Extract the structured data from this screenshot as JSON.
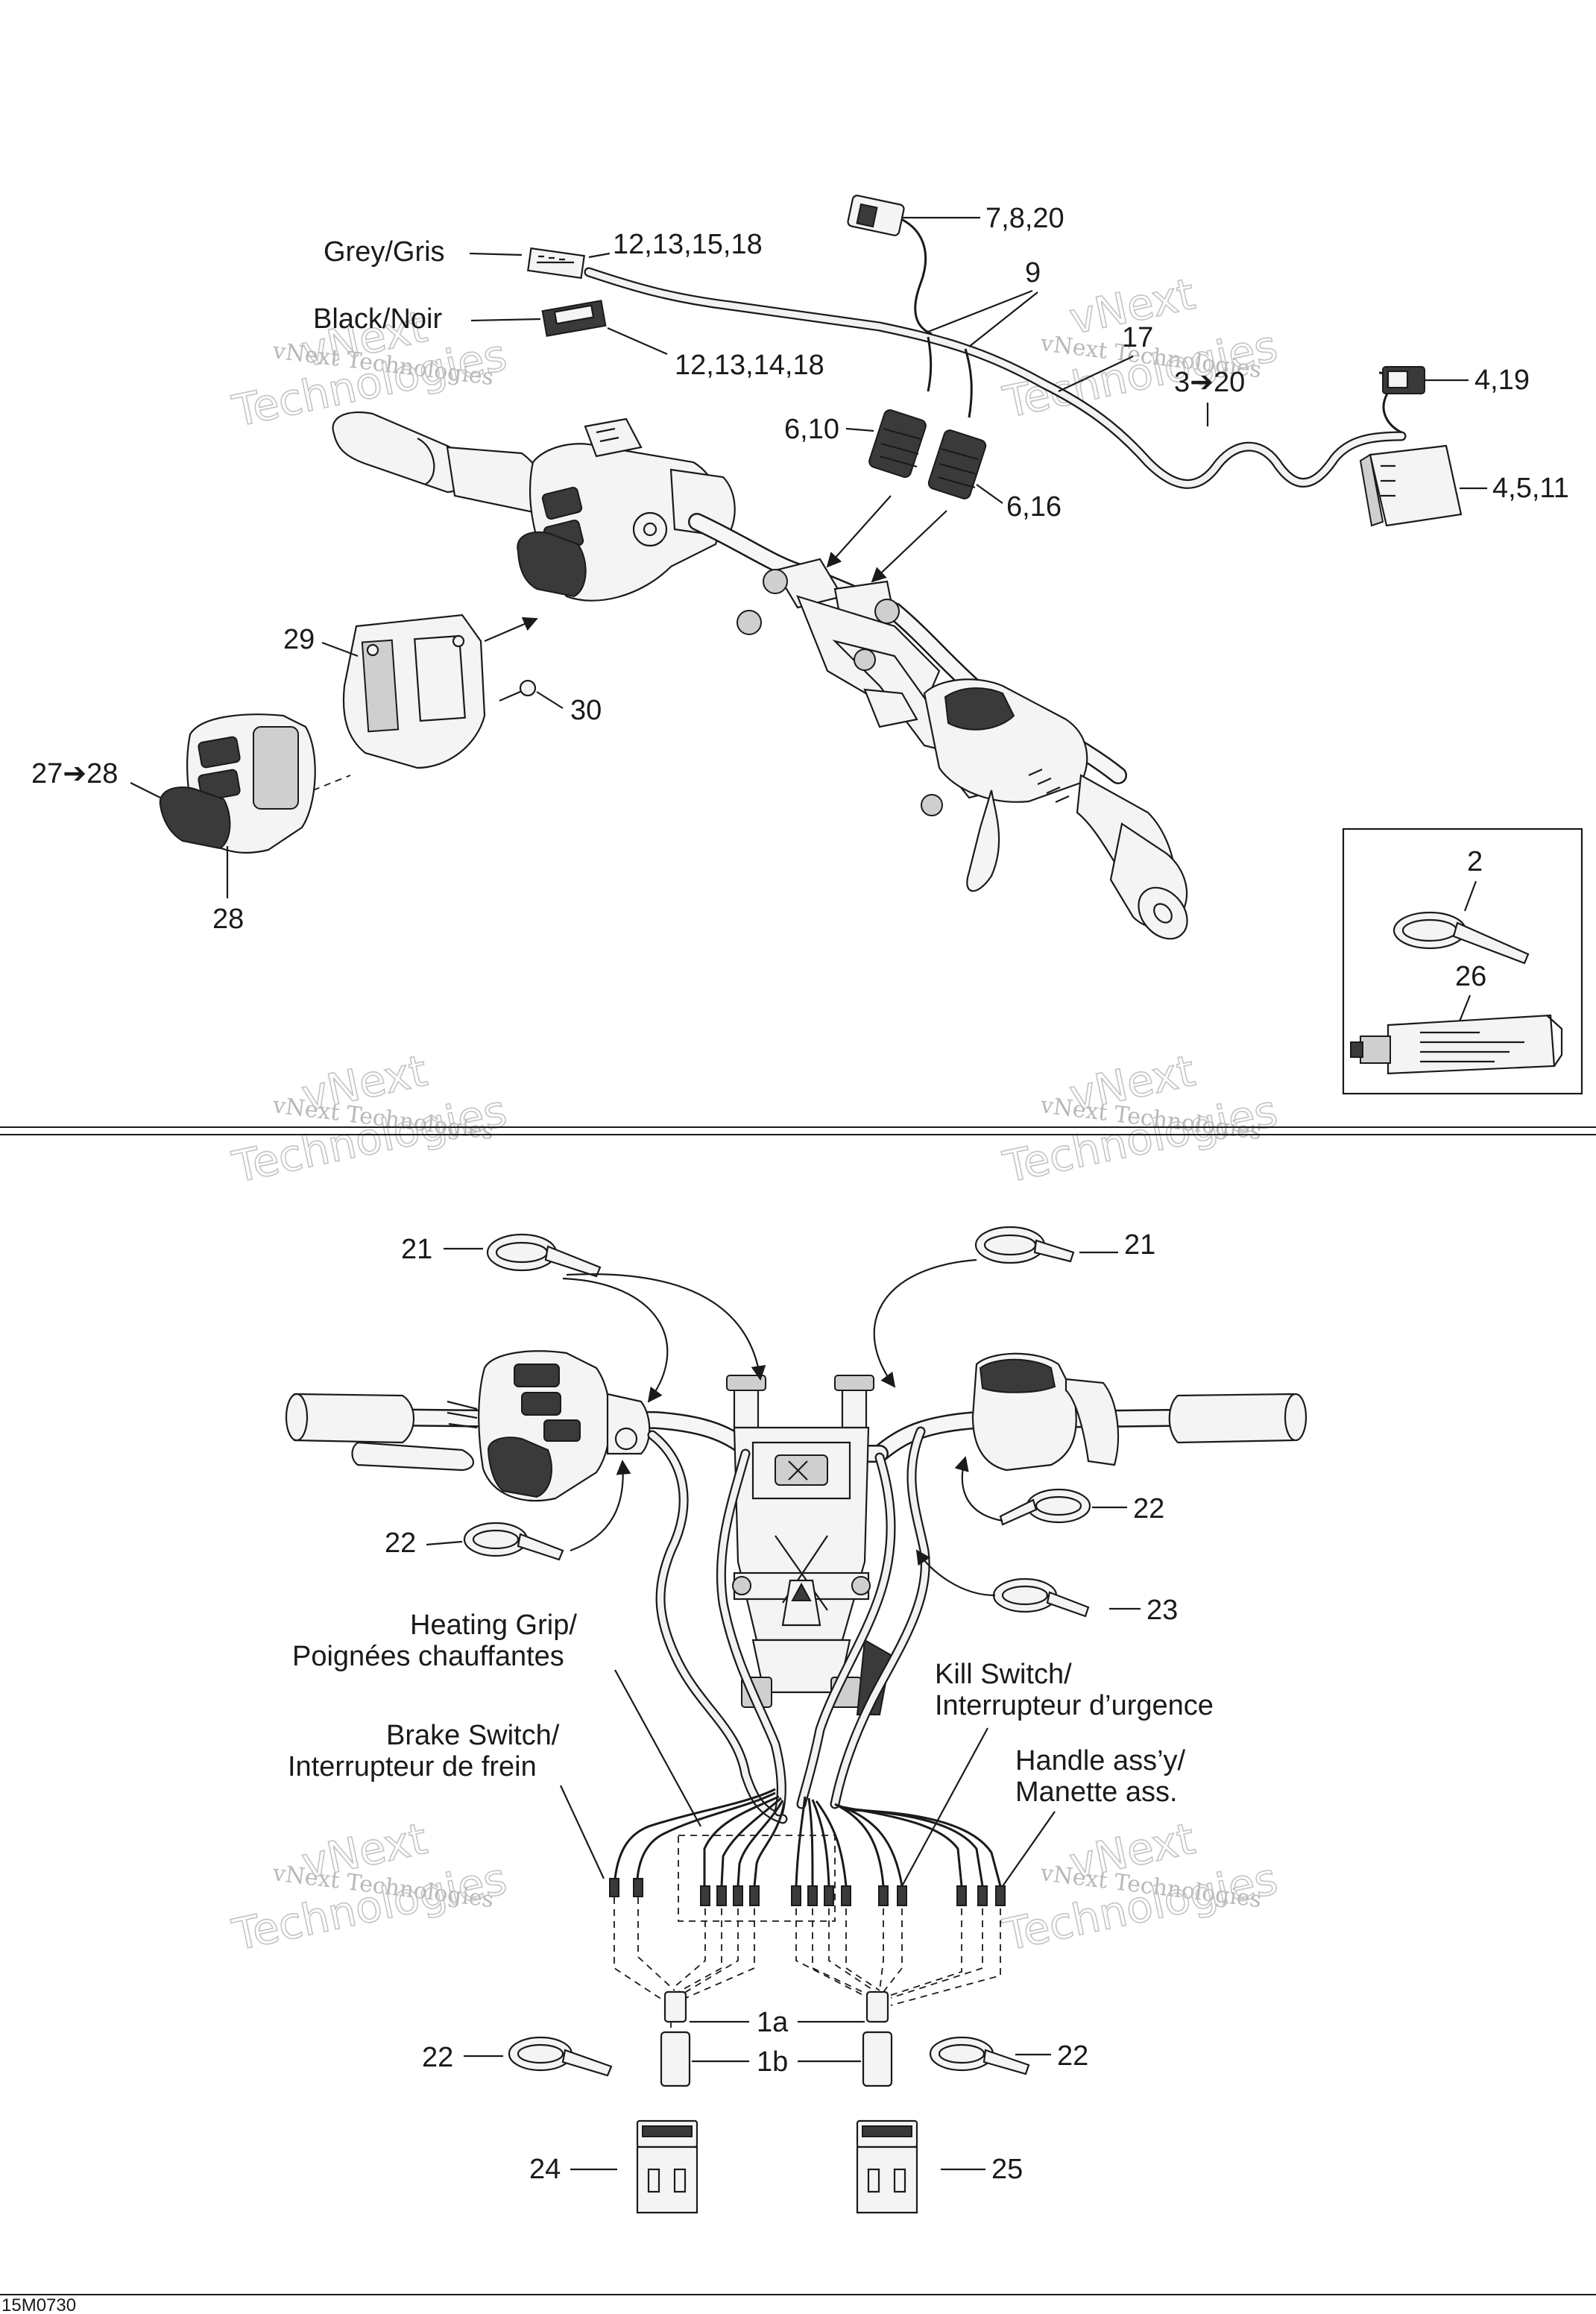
{
  "drawing_code": "15M0730",
  "watermark": {
    "line1": "vNext Technologies",
    "line2": "vNext",
    "line3": "Technologies"
  },
  "top_view": {
    "callouts": {
      "c_12_13_15_18": "12,13,15,18",
      "c_12_13_14_18": "12,13,14,18",
      "c_7_8_20": "7,8,20",
      "c_9": "9",
      "c_17": "17",
      "c_3_20": "3➔20",
      "c_4_19": "4,19",
      "c_4_5_11": "4,5,11",
      "c_6_10": "6,10",
      "c_6_16": "6,16",
      "c_29": "29",
      "c_30": "30",
      "c_27_28": "27➔28",
      "c_28": "28",
      "c_2": "2",
      "c_26": "26"
    },
    "connectors": {
      "grey": "Grey/Gris",
      "black": "Black/Noir"
    }
  },
  "bottom_view": {
    "callouts": {
      "c_21_left": "21",
      "c_21_right": "21",
      "c_22_upper_left": "22",
      "c_22_upper_right": "22",
      "c_23": "23",
      "c_22_lower_left": "22",
      "c_22_lower_right": "22",
      "c_1a": "1a",
      "c_1b": "1b",
      "c_24": "24",
      "c_25": "25"
    },
    "labels": {
      "heating_grip_1": "Heating Grip/",
      "heating_grip_2": "Poignées chauffantes",
      "brake_switch_1": "Brake Switch/",
      "brake_switch_2": "Interrupteur de frein",
      "kill_switch_1": "Kill Switch/",
      "kill_switch_2": "Interrupteur d’urgence",
      "handle_assy_1": "Handle ass’y/",
      "handle_assy_2": "Manette ass."
    }
  }
}
